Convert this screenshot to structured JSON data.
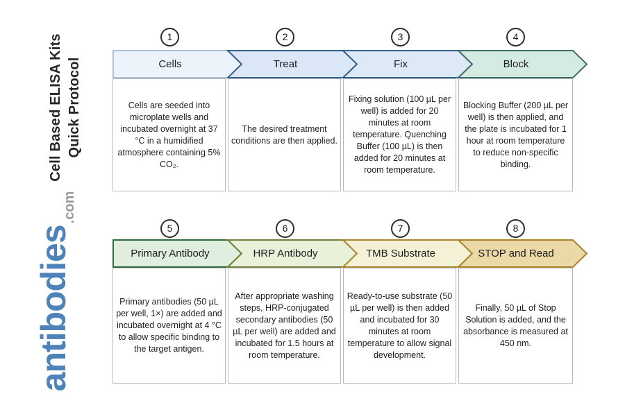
{
  "branding": {
    "vertical_title": {
      "line1": "Cell Based ELISA Kits",
      "line2": "Quick Protocol"
    },
    "logo": {
      "name": "antibodies",
      "suffix": ".com",
      "name_color": "#4D83B9",
      "suffix_color": "#9A9A9A"
    }
  },
  "steps": [
    {
      "number": "1",
      "label": "Cells",
      "fill": "#EDF3FA",
      "stroke": "#A9C2D6",
      "description": "Cells are seeded into microplate wells and incubated overnight at 37 °C in a humidified atmosphere containing 5% CO₂."
    },
    {
      "number": "2",
      "label": "Treat",
      "fill": "#DBE6F6",
      "stroke": "#34618D",
      "description": "The desired treatment conditions are then applied."
    },
    {
      "number": "3",
      "label": "Fix",
      "fill": "#DEE9F7",
      "stroke": "#34618D",
      "description": "Fixing solution (100 µL per well) is added for 20 minutes at room temperature. Quenching Buffer (100 µL) is then added for 20 minutes at room temperature."
    },
    {
      "number": "4",
      "label": "Block",
      "fill": "#D3EBE0",
      "stroke": "#446E66",
      "description": "Blocking Buffer (200 µL per well) is then applied, and the plate is incubated for 1 hour at room temperature to reduce non-specific binding."
    },
    {
      "number": "5",
      "label": "Primary Antibody",
      "fill": "#DFEEDF",
      "stroke": "#2F6B3C",
      "description": "Primary antibodies (50 µL per well, 1×) are added and incubated overnight at 4 °C to allow specific binding to the target antigen."
    },
    {
      "number": "6",
      "label": "HRP Antibody",
      "fill": "#E9F1DB",
      "stroke": "#74813B",
      "description": "After appropriate washing steps, HRP-conjugated secondary antibodies (50 µL per well) are added and incubated for 1.5 hours at room temperature."
    },
    {
      "number": "7",
      "label": "TMB Substrate",
      "fill": "#F5F1D7",
      "stroke": "#A8872E",
      "description": "Ready-to-use substrate (50 µL per well) is then added and incubated for 30 minutes at room temperature to allow signal development."
    },
    {
      "number": "8",
      "label": "STOP and Read",
      "fill": "#EBD9A8",
      "stroke": "#A8842C",
      "description": "Finally, 50 µL of Stop Solution is added, and the absorbance is measured at 450 nm."
    }
  ]
}
